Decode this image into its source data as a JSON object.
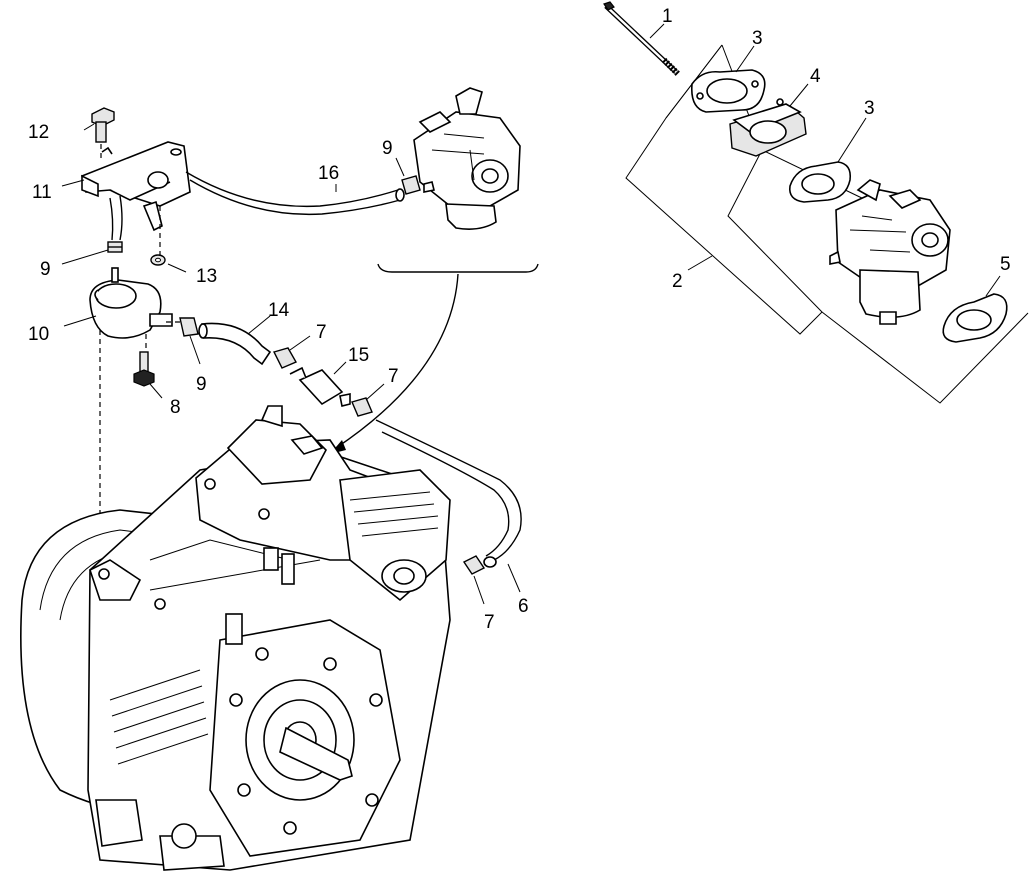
{
  "callouts": [
    {
      "id": "c1",
      "label": "1"
    },
    {
      "id": "c2",
      "label": "2"
    },
    {
      "id": "c3a",
      "label": "3"
    },
    {
      "id": "c3b",
      "label": "3"
    },
    {
      "id": "c4",
      "label": "4"
    },
    {
      "id": "c5",
      "label": "5"
    },
    {
      "id": "c6",
      "label": "6"
    },
    {
      "id": "c7a",
      "label": "7"
    },
    {
      "id": "c7b",
      "label": "7"
    },
    {
      "id": "c7c",
      "label": "7"
    },
    {
      "id": "c8",
      "label": "8"
    },
    {
      "id": "c9a",
      "label": "9"
    },
    {
      "id": "c9b",
      "label": "9"
    },
    {
      "id": "c9c",
      "label": "9"
    },
    {
      "id": "c10",
      "label": "10"
    },
    {
      "id": "c11",
      "label": "11"
    },
    {
      "id": "c12",
      "label": "12"
    },
    {
      "id": "c13",
      "label": "13"
    },
    {
      "id": "c14",
      "label": "14"
    },
    {
      "id": "c15",
      "label": "15"
    },
    {
      "id": "c16",
      "label": "16"
    }
  ]
}
